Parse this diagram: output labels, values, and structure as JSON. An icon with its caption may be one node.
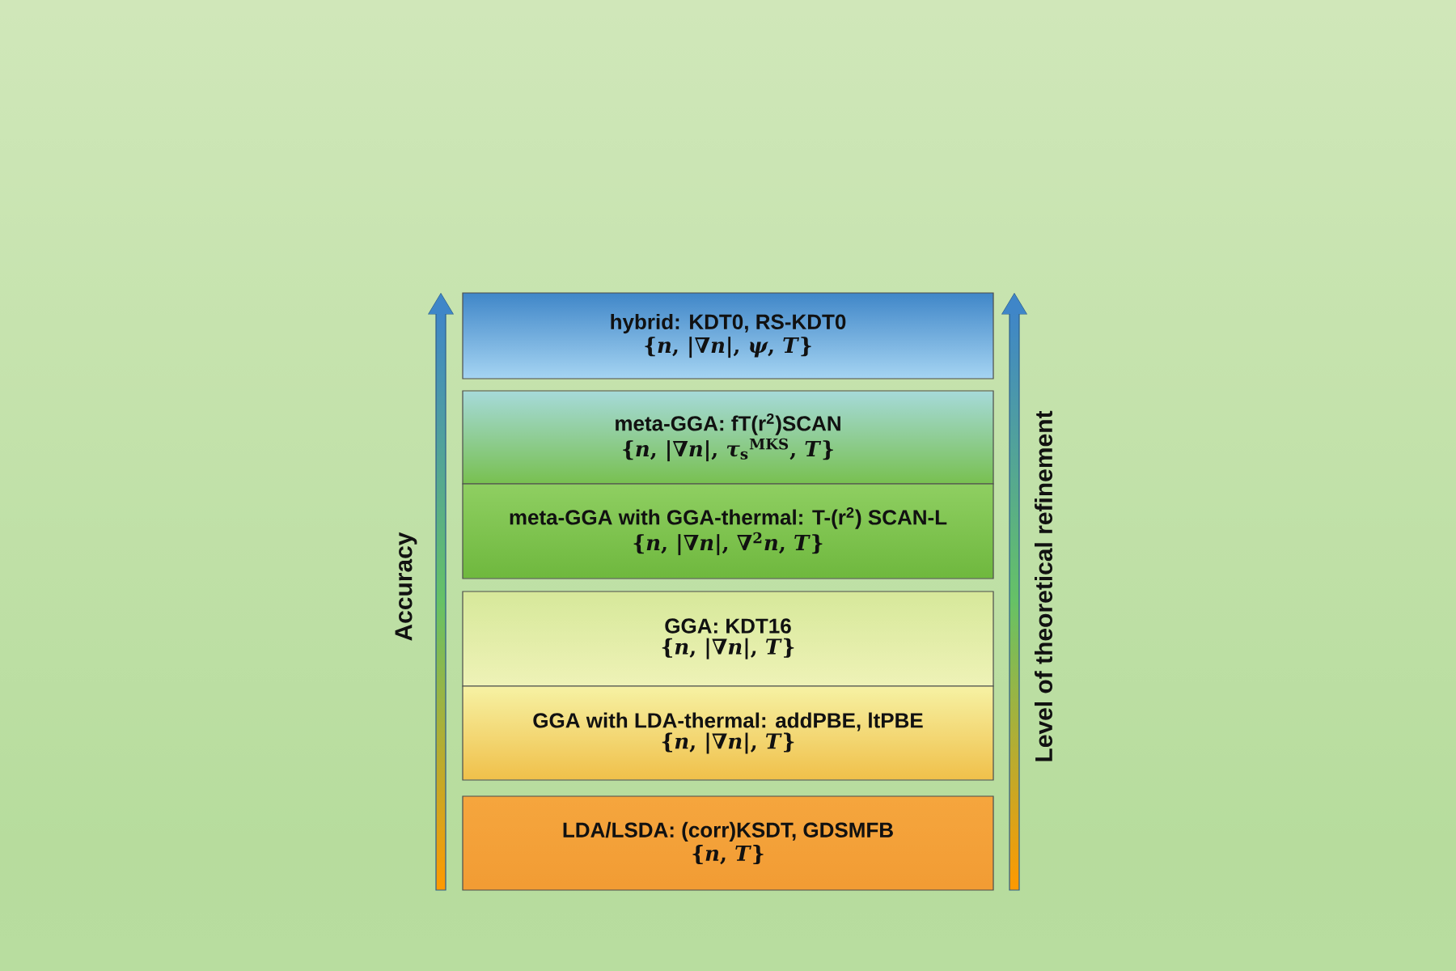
{
  "diagram": {
    "nodes": [
      {
        "text": [
          "hybrid: KDT0, RS-KDT0",
          "{*n*, |∇*n*|, *ψ*, *T*}"
        ]
      },
      {
        "text": [
          "meta-GGA: fT(r$^{2}$)SCAN",
          "{*n*, |∇*n*|, *τ*$_{s}$$^{MKS}$, *T*}"
        ]
      },
      {
        "text": [
          "meta-GGA with GGA-thermal: T-(r$^{2}$) SCAN-L",
          "{*n*, |∇*n*|, ∇$^{2}$*n*, *T*}"
        ]
      },
      {
        "text": [
          "GGA: KDT16",
          "{*n*, |∇*n*|, *T*}"
        ]
      },
      {
        "text": [
          "GGA with LDA-thermal: addPBE, ltPBE",
          "{*n*, |∇*n*|, *T*}"
        ]
      },
      {
        "text": [
          "LDA/LSDA: (corr)KSDT, GDSMFB",
          "{*n*, *T*}"
        ]
      }
    ],
    "labels": [
      "Accuracy",
      "Level of theoretical refinement"
    ]
  }
}
